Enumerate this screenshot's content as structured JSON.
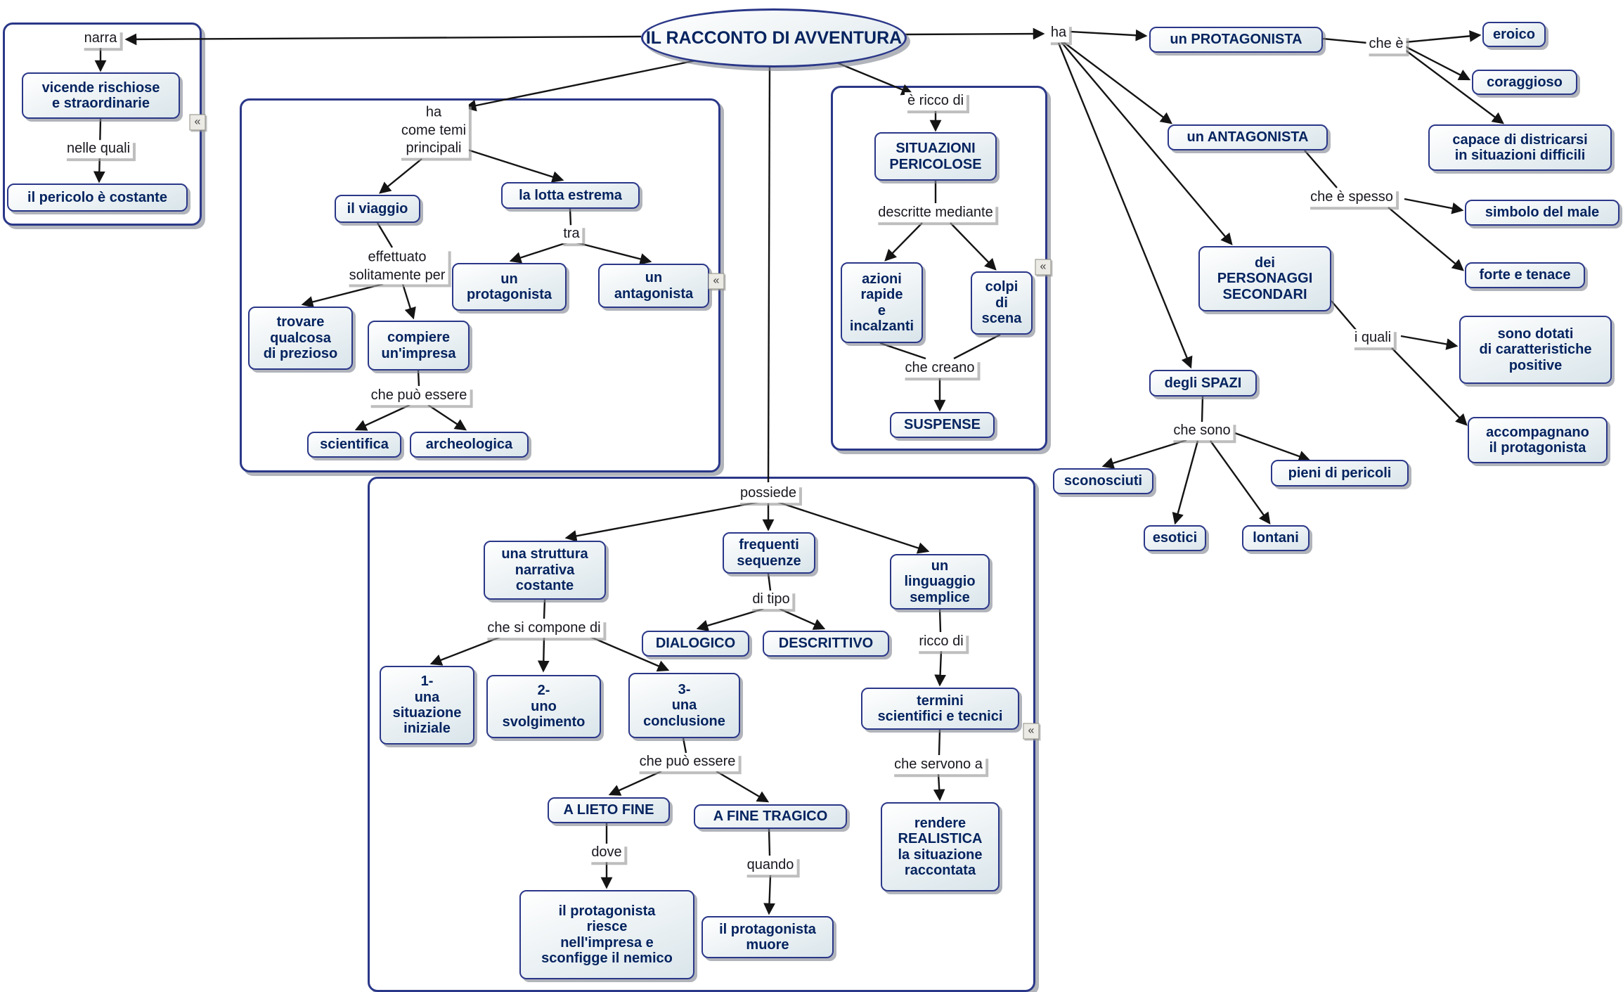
{
  "title": "IL RACCONTO DI AVVENTURA",
  "colors": {
    "node_border": "#2a3788",
    "node_text": "#04235f",
    "edge_color": "#141414"
  },
  "icons": {
    "chevrons": "«"
  },
  "nodes": {
    "vicende": "vicende rischiose\ne straordinarie",
    "pericolo": "il pericolo è costante",
    "viaggio": "il viaggio",
    "lotta": "la lotta estrema",
    "protagonista_tema": "un\nprotagonista",
    "antagonista_tema": "un\nantagonista",
    "trovare": "trovare\nqualcosa\ndi prezioso",
    "impresa": "compiere\nun'impresa",
    "scientifica": "scientifica",
    "archeologica": "archeologica",
    "situazioni": "SITUAZIONI\nPERICOLOSE",
    "azioni": "azioni\nrapide\ne\nincalzanti",
    "colpi": "colpi\ndi\nscena",
    "suspense": "SUSPENSE",
    "protagonista": "un PROTAGONISTA",
    "eroico": "eroico",
    "coraggioso": "coraggioso",
    "capace": "capace di districarsi\nin situazioni difficili",
    "antagonista": "un ANTAGONISTA",
    "simbolo": "simbolo del male",
    "forte": "forte e tenace",
    "personaggi": "dei\nPERSONAGGI\nSECONDARI",
    "dotati": "sono dotati\ndi caratteristiche\npositive",
    "accompagnano": "accompagnano\nil protagonista",
    "spazi": "degli SPAZI",
    "sconosciuti": "sconosciuti",
    "pieni": "pieni di pericoli",
    "esotici": "esotici",
    "lontani": "lontani",
    "struttura": "una struttura\nnarrativa\ncostante",
    "sequenze": "frequenti\nsequenze",
    "linguaggio": "un\nlinguaggio\nsemplice",
    "dialogico": "DIALOGICO",
    "descrittivo": "DESCRITTIVO",
    "iniziale": "1-\nuna\nsituazione\niniziale",
    "svolgimento": "2-\nuno\nsvolgimento",
    "conclusione": "3-\nuna\nconclusione",
    "termini": "termini\nscientifici e tecnici",
    "lieto": "A LIETO FINE",
    "tragico": "A FINE TRAGICO",
    "realistica": "rendere\nREALISTICA\nla situazione\nraccontata",
    "riesce": "il protagonista\nriesce\nnell'impresa e\nsconfigge il nemico",
    "muore": "il protagonista\nmuore"
  },
  "links": {
    "narra": "narra",
    "nelle_quali": "nelle quali",
    "ha_temi": "ha\ncome temi\nprincipali",
    "tra": "tra",
    "effettuato": "effettuato\nsolitamente per",
    "che_puo_essere1": "che può essere",
    "e_ricco": "è ricco di",
    "descritte": "descritte mediante",
    "che_creano": "che creano",
    "ha": "ha",
    "che_e": "che è",
    "che_e_spesso": "che è spesso",
    "i_quali": "i quali",
    "che_sono": "che sono",
    "possiede": "possiede",
    "che_si_compone": "che si  compone di",
    "di_tipo": "di tipo",
    "ricco_di": "ricco di",
    "che_puo_essere2": "che può essere",
    "che_servono": "che servono a",
    "dove": "dove",
    "quando": "quando"
  }
}
